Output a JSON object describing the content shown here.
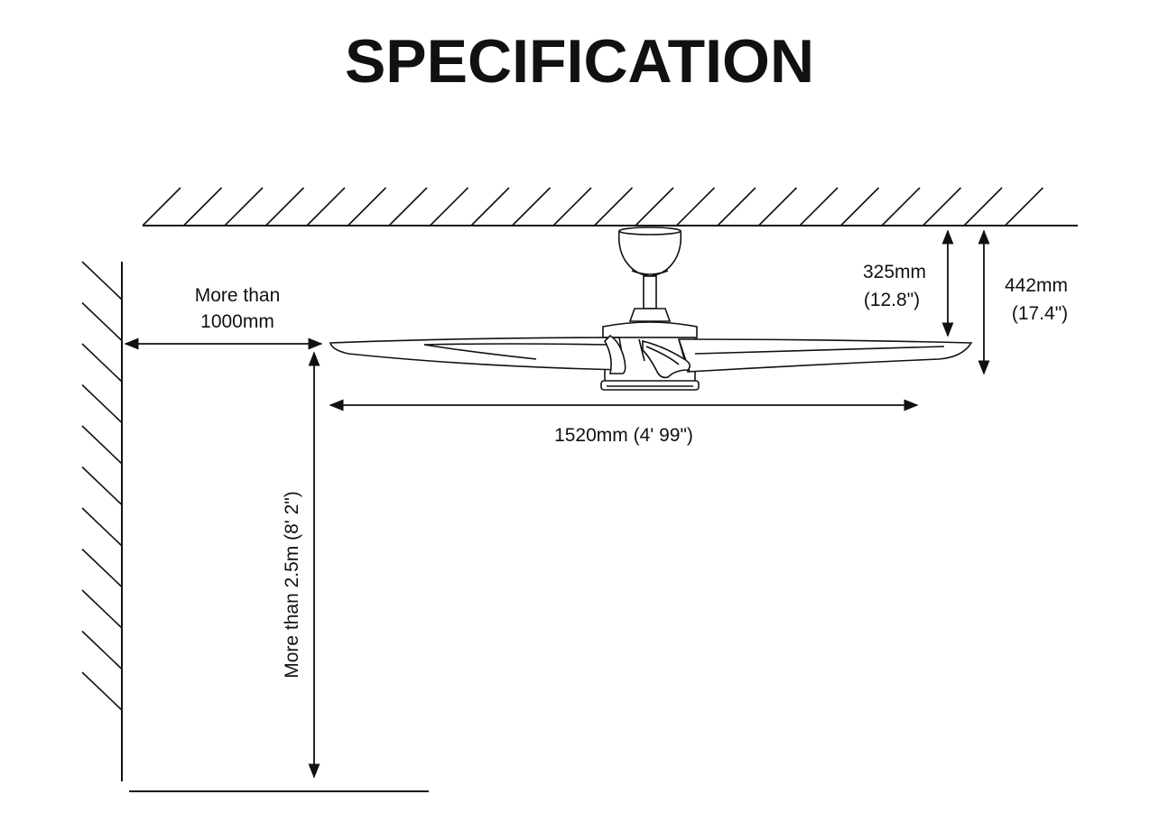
{
  "title": "SPECIFICATION",
  "dimensions": {
    "wall_clearance": {
      "line1": "More than",
      "line2": "1000mm"
    },
    "floor_clearance": "More than 2.5m (8' 2\")",
    "blade_span": "1520mm (4' 99\")",
    "body_height": {
      "line1": "325mm",
      "line2": "(12.8\")"
    },
    "total_height": {
      "line1": "442mm",
      "line2": "(17.4\")"
    }
  },
  "colors": {
    "line": "#111111",
    "background": "#ffffff"
  }
}
